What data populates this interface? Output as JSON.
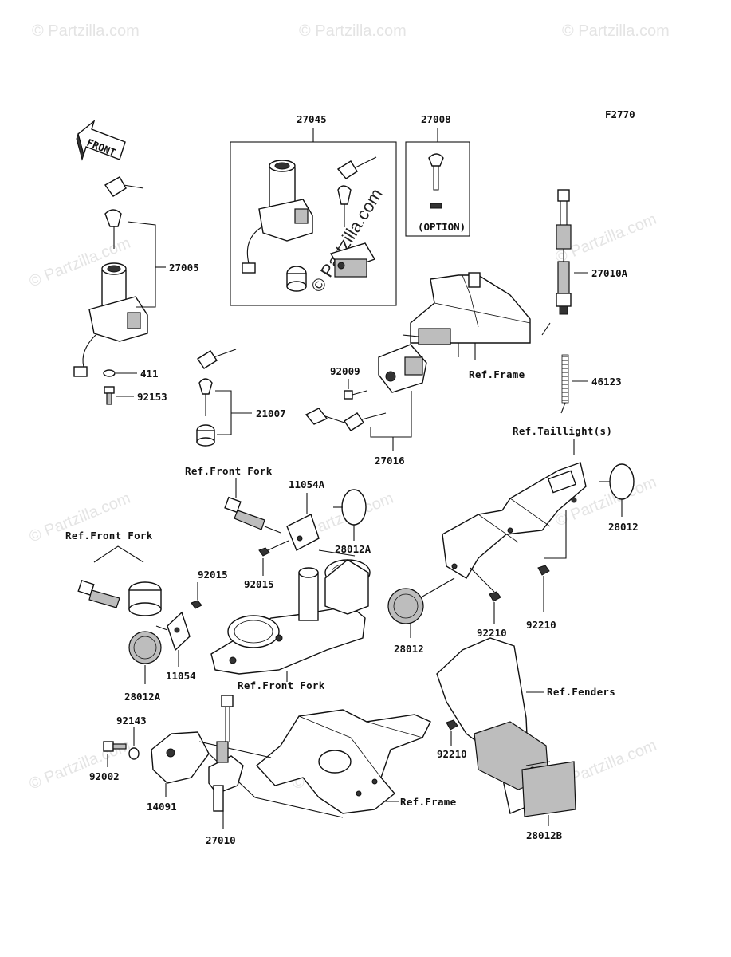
{
  "figure_code": "F2770",
  "front_arrow_label": "FRONT",
  "watermark": {
    "repeated": "© Partzilla.com",
    "center": "© Partzilla.com"
  },
  "part_labels": {
    "p27045": "27045",
    "p27008": "27008",
    "p27008_note": "(OPTION)",
    "p27005": "27005",
    "p27010A": "27010A",
    "p411": "411",
    "p92153": "92153",
    "p21007": "21007",
    "p92009": "92009",
    "p27016": "27016",
    "p46123": "46123",
    "p11054A": "11054A",
    "p28012A_top": "28012A",
    "p92015_top": "92015",
    "p92015_mid": "92015",
    "p11054": "11054",
    "p28012A_bot": "28012A",
    "p28012_right": "28012",
    "p92210_a": "92210",
    "p92210_b": "92210",
    "p28012_mid": "28012",
    "p92210_c": "92210",
    "p28012B": "28012B",
    "p92143": "92143",
    "p92002": "92002",
    "p14091": "14091",
    "p27010": "27010"
  },
  "reference_labels": {
    "ref_frame_top": "Ref.Frame",
    "ref_front_fork_1": "Ref.Front Fork",
    "ref_front_fork_2": "Ref.Front Fork",
    "ref_front_fork_3": "Ref.Front Fork",
    "ref_taillight": "Ref.Taillight(s)",
    "ref_fenders": "Ref.Fenders",
    "ref_frame_bottom": "Ref.Frame"
  }
}
